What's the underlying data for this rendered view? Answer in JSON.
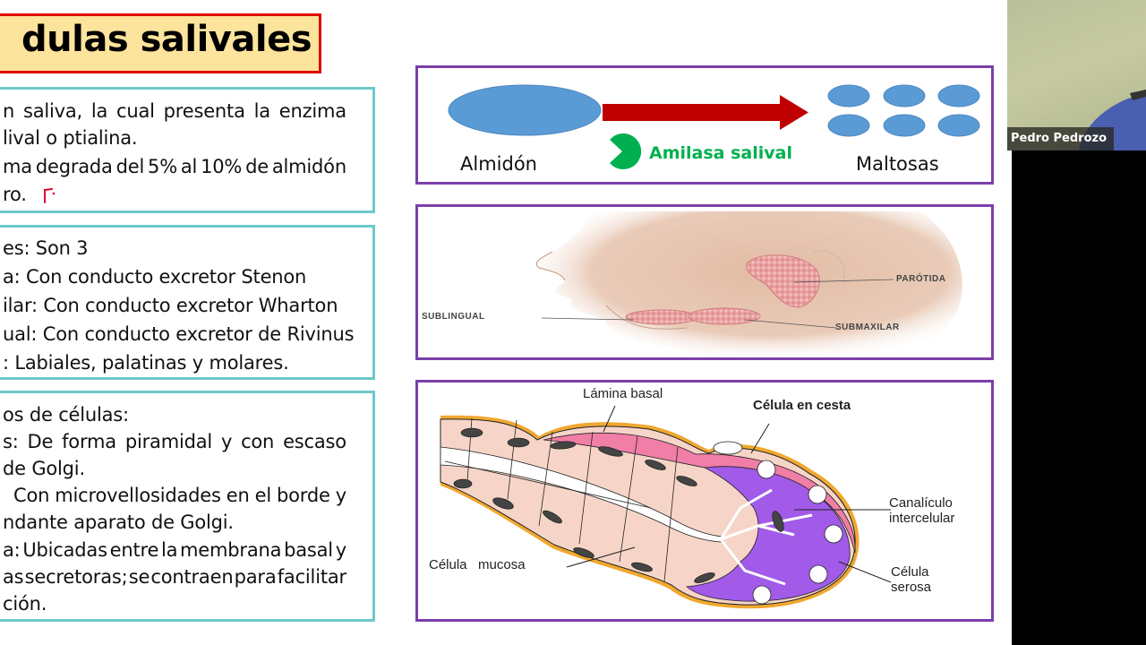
{
  "slide": {
    "title": "dulas salivales",
    "box_enzyme": {
      "lines": [
        [
          "n",
          "saliva,",
          "la",
          "cual",
          "presenta",
          "la",
          "enzima"
        ],
        "lival o ptialina.",
        [
          "ma",
          "degrada",
          "del",
          "5%",
          "al",
          "10%",
          "de",
          "almidón"
        ],
        "ro."
      ],
      "annotation_mark": "pen-mark"
    },
    "box_glands": {
      "lines": [
        "es: Son 3",
        "a: Con conducto excretor Stenon",
        "ilar: Con conducto excretor Wharton",
        "ual: Con conducto excretor de Rivinus",
        ": Labiales, palatinas y molares."
      ]
    },
    "box_cells": {
      "lines": [
        "os de células:",
        [
          "s:",
          "De",
          "forma",
          "piramidal",
          "y",
          "con",
          "escaso"
        ],
        "de Golgi.",
        [
          "Con",
          "microvellosidades",
          "en",
          "el",
          "borde",
          "y"
        ],
        "ndante aparato de Golgi.",
        [
          "a:",
          "Ubicadas",
          "entre",
          "la",
          "membrana",
          "basal",
          "y"
        ],
        [
          "as",
          "secretoras;",
          "se",
          "contraen",
          "para",
          "facilitar"
        ],
        "ción."
      ]
    },
    "diagram_amylase": {
      "substrate_label": "Almidón",
      "enzyme_label": "Amilasa salival",
      "product_label": "Maltosas",
      "colors": {
        "starch": "#5b9bd5",
        "arrow": "#c00000",
        "enzyme": "#00b050"
      }
    },
    "diagram_head": {
      "labels": {
        "parotid": "PARÓTIDA",
        "sublingual": "SUBLINGUAL",
        "submaxillary": "SUBMAXILAR"
      }
    },
    "diagram_acinus": {
      "labels": {
        "basal_lamina": "Lámina basal",
        "basket_cell": "Célula en cesta",
        "canaliculus_1": "Canalículo",
        "canaliculus_2": "intercelular",
        "serous_1": "Célula",
        "serous_2": "serosa",
        "mucous": "Célula   mucosa"
      },
      "colors": {
        "mucous": "#f6d5c8",
        "serous": "#a25be8",
        "lamina": "#f07ea6",
        "border": "#f0a830"
      }
    }
  },
  "webcam": {
    "participant_name": "Pedro Pedrozo"
  },
  "colors": {
    "title_bg": "#fde49c",
    "title_border": "#e00000",
    "text_box_border": "#6cc9c9",
    "image_box_border": "#7b3fa9"
  }
}
